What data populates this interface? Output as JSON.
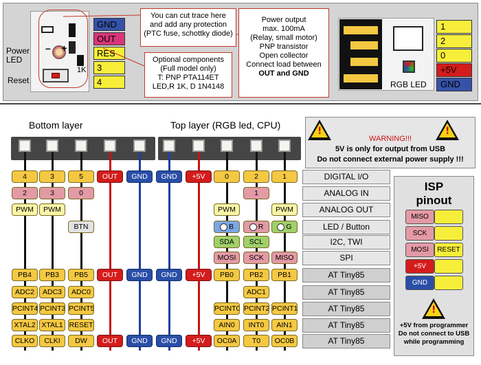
{
  "colors": {
    "yellow": "#f4c842",
    "pink": "#e39aa6",
    "lightyellow": "#f9f5a8",
    "red": "#d41c1c",
    "blue": "#2a4ea8",
    "green": "#9fd06a",
    "gray": "#e2e2e2",
    "warn": "#c71212"
  },
  "top": {
    "left_board": {
      "power_led_label": "Power\nLED",
      "reset_label": "Reset",
      "resistor_label": "1K",
      "pins": [
        {
          "label": "GND",
          "color": "#3552a8",
          "text": "#000"
        },
        {
          "label": "OUT",
          "color": "#d9357a",
          "text": "#000"
        },
        {
          "label": "RES",
          "color": "#f7ee3a",
          "text": "#000"
        },
        {
          "label": "3",
          "color": "#f7ee3a",
          "text": "#000"
        },
        {
          "label": "4",
          "color": "#f7ee3a",
          "text": "#000"
        }
      ]
    },
    "callout_trace": "You can cut trace here\nand add any protection\n(PTC fuse, schottky diode)",
    "callout_optional": "Optional components\n(Full model only)\nT: PNP PTA114ET\nLED,R 1K, D 1N4148",
    "callout_power": "Power output\nmax. 100mA\n(Relay, small motor)\nPNP transistor\nOpen collector\nConnect load between",
    "callout_power_bold": "OUT and GND",
    "right_board": {
      "rgb_label": "RGB LED",
      "pins": [
        {
          "label": "1",
          "color": "#f7ee3a",
          "text": "#000"
        },
        {
          "label": "2",
          "color": "#f7ee3a",
          "text": "#000"
        },
        {
          "label": "0",
          "color": "#f7ee3a",
          "text": "#000"
        },
        {
          "label": "+5V",
          "color": "#d41c1c",
          "text": "#000"
        },
        {
          "label": "GND",
          "color": "#3552a8",
          "text": "#000"
        }
      ]
    }
  },
  "headings": {
    "bottom_layer": "Bottom layer",
    "top_layer": "Top layer (RGB led, CPU)"
  },
  "warning": {
    "title": "WARNING!!!",
    "line1": "5V is only for output from USB",
    "line2": "Do not connect external power supply  !!!"
  },
  "columns": [
    {
      "wire": "black",
      "pills": [
        {
          "row": 0,
          "text": "4",
          "color": "#f4c842"
        },
        {
          "row": 1,
          "text": "2",
          "color": "#e39aa6"
        },
        {
          "row": 2,
          "text": "PWM",
          "color": "#f9f5a8"
        },
        {
          "row": 6,
          "text": "PB4",
          "color": "#f4c842"
        },
        {
          "row": 7,
          "text": "ADC2",
          "color": "#f4c842"
        },
        {
          "row": 8,
          "text": "PCINT4",
          "color": "#f4c842"
        },
        {
          "row": 9,
          "text": "XTAL2",
          "color": "#f4c842"
        },
        {
          "row": 10,
          "text": "CLKO",
          "color": "#f4c842"
        }
      ]
    },
    {
      "wire": "black",
      "pills": [
        {
          "row": 0,
          "text": "3",
          "color": "#f4c842"
        },
        {
          "row": 1,
          "text": "3",
          "color": "#e39aa6"
        },
        {
          "row": 2,
          "text": "PWM",
          "color": "#f9f5a8"
        },
        {
          "row": 6,
          "text": "PB3",
          "color": "#f4c842"
        },
        {
          "row": 7,
          "text": "ADC3",
          "color": "#f4c842"
        },
        {
          "row": 8,
          "text": "PCINT3",
          "color": "#f4c842"
        },
        {
          "row": 9,
          "text": "XTAL1",
          "color": "#f4c842"
        },
        {
          "row": 10,
          "text": "CLKI",
          "color": "#f4c842"
        }
      ]
    },
    {
      "wire": "black",
      "pills": [
        {
          "row": 0,
          "text": "5",
          "color": "#f4c842"
        },
        {
          "row": 1,
          "text": "0",
          "color": "#e39aa6"
        },
        {
          "row": 3,
          "text": "BTN",
          "color": "#e2e2e2"
        },
        {
          "row": 6,
          "text": "PB5",
          "color": "#f4c842"
        },
        {
          "row": 7,
          "text": "ADC0",
          "color": "#f4c842"
        },
        {
          "row": 8,
          "text": "PCINT5",
          "color": "#f4c842"
        },
        {
          "row": 9,
          "text": "RESET",
          "color": "#f4c842"
        },
        {
          "row": 10,
          "text": "DW",
          "color": "#f4c842"
        }
      ]
    },
    {
      "wire": "red",
      "pills": [
        {
          "row": 0,
          "text": "OUT",
          "color": "#d41c1c"
        },
        {
          "row": 6,
          "text": "OUT",
          "color": "#d41c1c"
        },
        {
          "row": 10,
          "text": "OUT",
          "color": "#d41c1c"
        }
      ]
    },
    {
      "wire": "blue",
      "pills": [
        {
          "row": 0,
          "text": "GND",
          "color": "#2a4ea8"
        },
        {
          "row": 6,
          "text": "GND",
          "color": "#2a4ea8"
        },
        {
          "row": 10,
          "text": "GND",
          "color": "#2a4ea8"
        }
      ]
    },
    {
      "wire": "blue",
      "pills": [
        {
          "row": 0,
          "text": "GND",
          "color": "#2a4ea8"
        },
        {
          "row": 6,
          "text": "GND",
          "color": "#2a4ea8"
        },
        {
          "row": 10,
          "text": "GND",
          "color": "#2a4ea8"
        }
      ]
    },
    {
      "wire": "red",
      "pills": [
        {
          "row": 0,
          "text": "+5V",
          "color": "#d41c1c"
        },
        {
          "row": 6,
          "text": "+5V",
          "color": "#d41c1c"
        },
        {
          "row": 10,
          "text": "+5V",
          "color": "#d41c1c"
        }
      ]
    },
    {
      "wire": "black",
      "pills": [
        {
          "row": 0,
          "text": "0",
          "color": "#f4c842"
        },
        {
          "row": 2,
          "text": "PWM",
          "color": "#f9f5a8"
        },
        {
          "row": 3,
          "text": "B",
          "color": "#7aa6e8",
          "dot": true
        },
        {
          "row": 4,
          "text": "SDA",
          "color": "#9fd06a"
        },
        {
          "row": 5,
          "text": "MOSI",
          "color": "#e39aa6"
        },
        {
          "row": 6,
          "text": "PB0",
          "color": "#f4c842"
        },
        {
          "row": 8,
          "text": "PCINT0",
          "color": "#f4c842"
        },
        {
          "row": 9,
          "text": "AIN0",
          "color": "#f4c842"
        },
        {
          "row": 10,
          "text": "OC0A",
          "color": "#f4c842"
        }
      ]
    },
    {
      "wire": "black",
      "pills": [
        {
          "row": 0,
          "text": "2",
          "color": "#f4c842"
        },
        {
          "row": 1,
          "text": "1",
          "color": "#e39aa6"
        },
        {
          "row": 3,
          "text": "R",
          "color": "#e39aa6",
          "dot": true
        },
        {
          "row": 4,
          "text": "SCL",
          "color": "#9fd06a"
        },
        {
          "row": 5,
          "text": "SCK",
          "color": "#e39aa6"
        },
        {
          "row": 6,
          "text": "PB2",
          "color": "#f4c842"
        },
        {
          "row": 7,
          "text": "ADC1",
          "color": "#f4c842"
        },
        {
          "row": 8,
          "text": "PCINT2",
          "color": "#f4c842"
        },
        {
          "row": 9,
          "text": "INT0",
          "color": "#f4c842"
        },
        {
          "row": 10,
          "text": "T0",
          "color": "#f4c842"
        }
      ]
    },
    {
      "wire": "black",
      "pills": [
        {
          "row": 0,
          "text": "1",
          "color": "#f4c842"
        },
        {
          "row": 2,
          "text": "PWM",
          "color": "#f9f5a8"
        },
        {
          "row": 3,
          "text": "G",
          "color": "#9fd06a",
          "dot": true
        },
        {
          "row": 5,
          "text": "MISO",
          "color": "#e39aa6"
        },
        {
          "row": 6,
          "text": "PB1",
          "color": "#f4c842"
        },
        {
          "row": 8,
          "text": "PCINT1",
          "color": "#f4c842"
        },
        {
          "row": 9,
          "text": "AIN1",
          "color": "#f4c842"
        },
        {
          "row": 10,
          "text": "OC0B",
          "color": "#f4c842"
        }
      ]
    }
  ],
  "legend": [
    "DIGITAL I/O",
    "ANALOG IN",
    "ANALOG OUT",
    "LED / Button",
    "I2C, TWI",
    "SPI",
    "AT Tiny85",
    "AT Tiny85",
    "AT Tiny85",
    "AT Tiny85",
    "AT Tiny85"
  ],
  "isp": {
    "title": "ISP\npinout",
    "rows": [
      {
        "left": "MISO",
        "left_color": "#e39aa6",
        "right": "",
        "right_color": "#f7ee3a"
      },
      {
        "left": "SCK",
        "left_color": "#e39aa6",
        "right": "",
        "right_color": "#f7ee3a"
      },
      {
        "left": "MOSI",
        "left_color": "#e39aa6",
        "right": "RESET",
        "right_color": "#f7ee3a"
      },
      {
        "left": "+5V",
        "left_color": "#d41c1c",
        "right": "",
        "right_color": "#f7ee3a"
      },
      {
        "left": "GND",
        "left_color": "#2a4ea8",
        "right": "",
        "right_color": "#f7ee3a"
      }
    ],
    "note": "+5V from programmer\nDo not connect to USB\nwhile programming"
  }
}
